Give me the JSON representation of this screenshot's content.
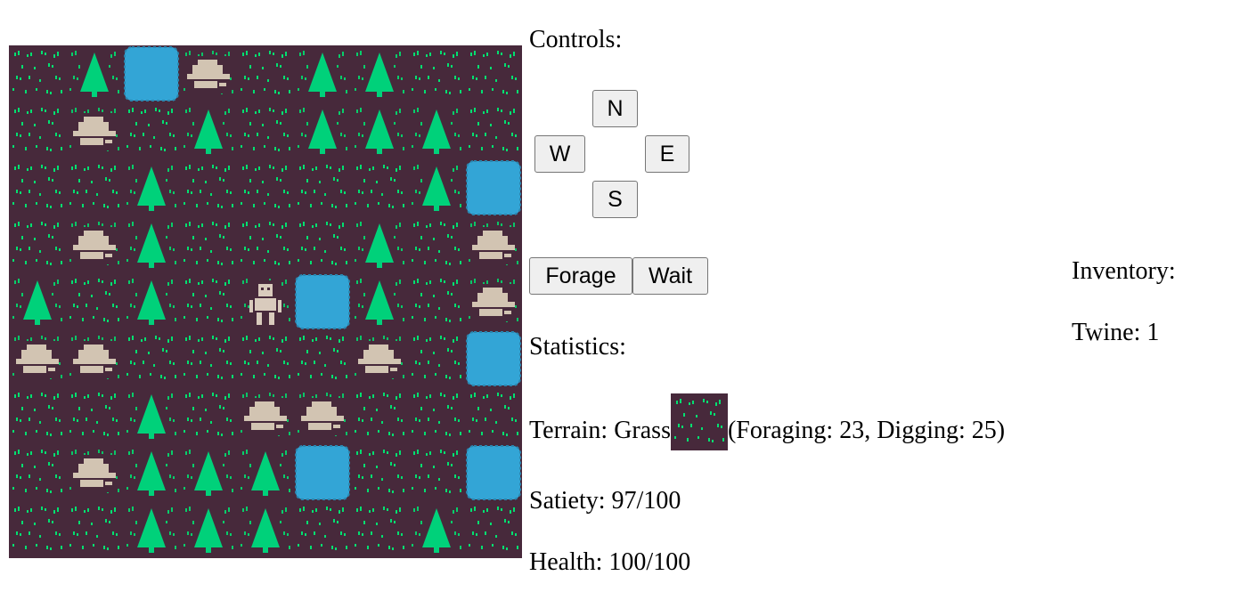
{
  "controls": {
    "title": "Controls:",
    "north": "N",
    "west": "W",
    "east": "E",
    "south": "S",
    "forage": "Forage",
    "wait": "Wait"
  },
  "statistics": {
    "title": "Statistics:",
    "terrain_prefix": "Terrain: Grass",
    "terrain_suffix": "(Foraging: 23, Digging: 25)",
    "satiety": "Satiety: 97/100",
    "health": "Health: 100/100"
  },
  "inventory": {
    "title": "Inventory:",
    "items": [
      "Twine: 1"
    ]
  },
  "map": {
    "rows": [
      [
        "grass",
        "tree",
        "water",
        "rock",
        "grass",
        "tree",
        "tree",
        "grass",
        "grass"
      ],
      [
        "grass",
        "rock",
        "grass",
        "tree",
        "grass",
        "tree",
        "tree",
        "tree",
        "grass"
      ],
      [
        "grass",
        "grass",
        "tree",
        "grass",
        "grass",
        "grass",
        "grass",
        "tree",
        "water"
      ],
      [
        "grass",
        "rock",
        "tree",
        "grass",
        "grass",
        "grass",
        "tree",
        "grass",
        "rock"
      ],
      [
        "tree",
        "grass",
        "tree",
        "grass",
        "player",
        "water",
        "tree",
        "grass",
        "rock"
      ],
      [
        "rock",
        "rock",
        "grass",
        "grass",
        "grass",
        "grass",
        "rock",
        "grass",
        "water"
      ],
      [
        "grass",
        "grass",
        "tree",
        "grass",
        "rock",
        "rock",
        "grass",
        "grass",
        "grass"
      ],
      [
        "grass",
        "rock",
        "tree",
        "tree",
        "tree",
        "water",
        "grass",
        "grass",
        "water"
      ],
      [
        "grass",
        "grass",
        "tree",
        "tree",
        "tree",
        "grass",
        "grass",
        "tree",
        "grass"
      ]
    ],
    "colors": {
      "ground": "#47293b",
      "grass": "#00e070",
      "tree": "#00d17a",
      "water": "#33a5d6",
      "rock": "#d2c4b2",
      "player": "#d9cbbd"
    }
  }
}
